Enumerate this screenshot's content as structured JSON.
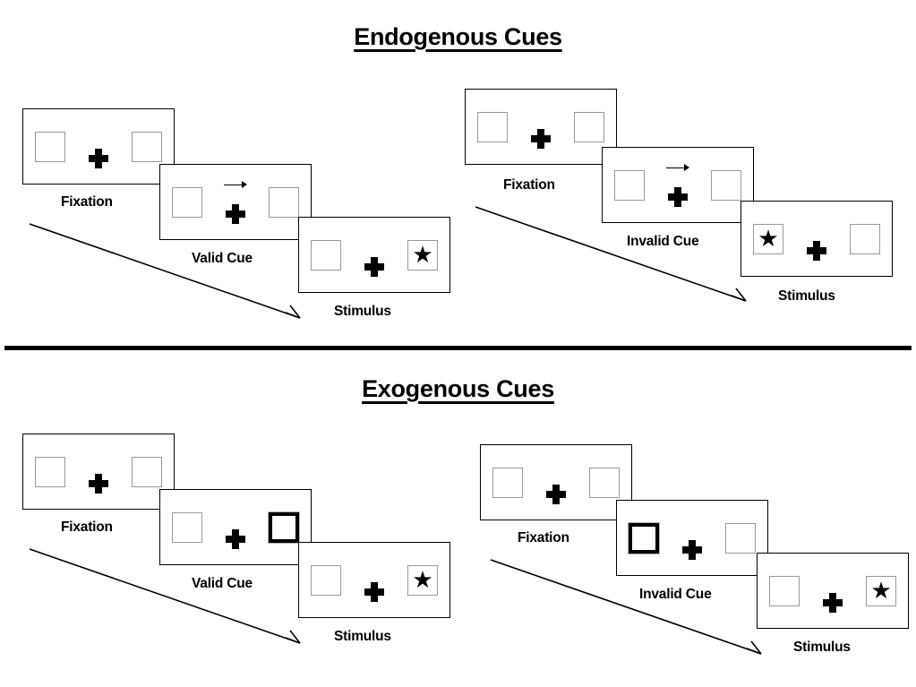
{
  "figure": {
    "title_endogenous": "Endogenous Cues",
    "title_exogenous": "Exogenous Cues",
    "labels": {
      "fixation": "Fixation",
      "valid_cue": "Valid Cue",
      "invalid_cue": "Invalid Cue",
      "stimulus": "Stimulus"
    },
    "icons": {
      "fixation_cross": "plus-cross-icon",
      "arrow_cue": "right-arrow-cue-icon",
      "target": "star-icon",
      "flow": "diagonal-time-arrow-icon"
    },
    "colors": {
      "frame_border": "#000000",
      "placeholder_border": "#9a9a9a",
      "highlight_border": "#000000",
      "ink": "#000000",
      "background": "#ffffff"
    }
  },
  "panels": [
    {
      "id": "endogenous-valid",
      "section": "Endogenous Cues",
      "cue_type": "endogenous",
      "validity": "valid",
      "steps": [
        {
          "name": "fixation",
          "caption": "Fixation",
          "cue": "none",
          "target_side": "none"
        },
        {
          "name": "cue",
          "caption": "Valid Cue",
          "cue": "arrow-right",
          "target_side": "none"
        },
        {
          "name": "stimulus",
          "caption": "Stimulus",
          "cue": "none",
          "target_side": "right"
        }
      ]
    },
    {
      "id": "endogenous-invalid",
      "section": "Endogenous Cues",
      "cue_type": "endogenous",
      "validity": "invalid",
      "steps": [
        {
          "name": "fixation",
          "caption": "Fixation",
          "cue": "none",
          "target_side": "none"
        },
        {
          "name": "cue",
          "caption": "Invalid Cue",
          "cue": "arrow-right",
          "target_side": "none"
        },
        {
          "name": "stimulus",
          "caption": "Stimulus",
          "cue": "none",
          "target_side": "left"
        }
      ]
    },
    {
      "id": "exogenous-valid",
      "section": "Exogenous Cues",
      "cue_type": "exogenous",
      "validity": "valid",
      "steps": [
        {
          "name": "fixation",
          "caption": "Fixation",
          "cue": "none",
          "target_side": "none"
        },
        {
          "name": "cue",
          "caption": "Valid Cue",
          "cue": "highlight-right",
          "target_side": "none"
        },
        {
          "name": "stimulus",
          "caption": "Stimulus",
          "cue": "none",
          "target_side": "right"
        }
      ]
    },
    {
      "id": "exogenous-invalid",
      "section": "Exogenous Cues",
      "cue_type": "exogenous",
      "validity": "invalid",
      "steps": [
        {
          "name": "fixation",
          "caption": "Fixation",
          "cue": "none",
          "target_side": "none"
        },
        {
          "name": "cue",
          "caption": "Invalid Cue",
          "cue": "highlight-left",
          "target_side": "none"
        },
        {
          "name": "stimulus",
          "caption": "Stimulus",
          "cue": "none",
          "target_side": "right"
        }
      ]
    }
  ]
}
